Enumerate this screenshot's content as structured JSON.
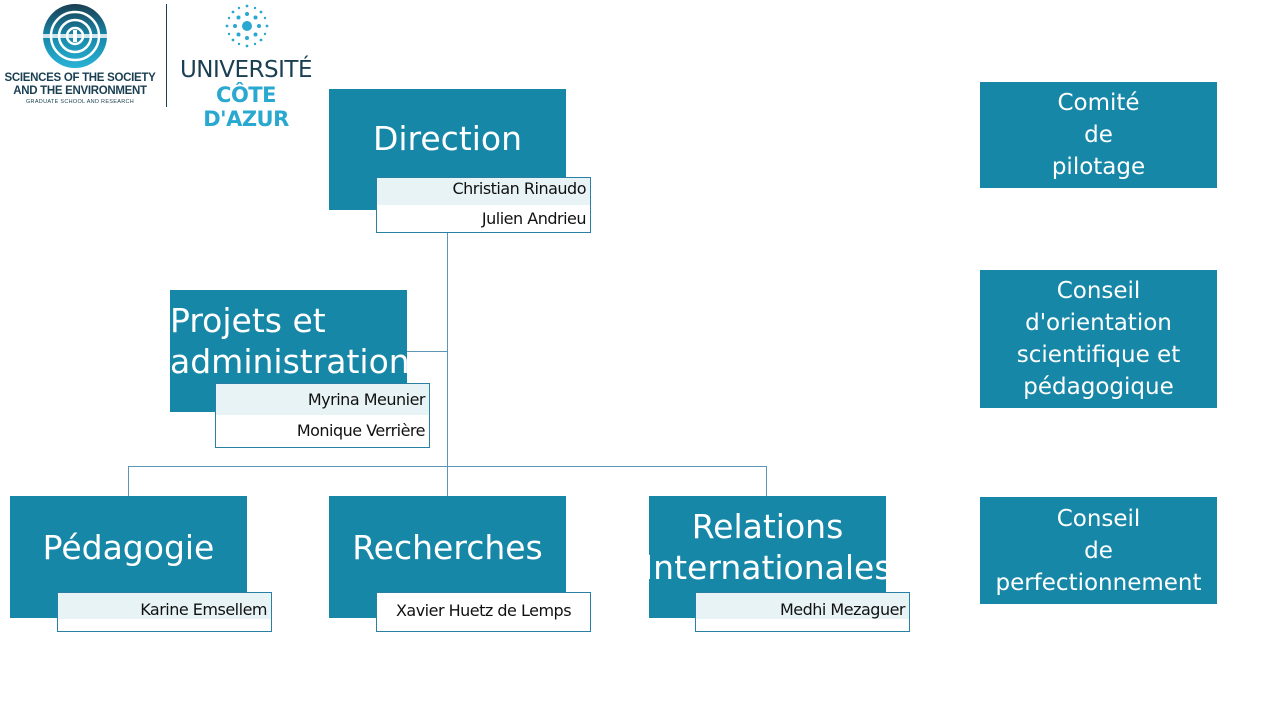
{
  "logo_left": {
    "line1": "SCIENCES OF THE SOCIETY",
    "line2": "AND THE ENVIRONMENT",
    "line3": "GRADUATE SCHOOL AND RESEARCH"
  },
  "logo_right": {
    "line1": "UNIVERSITÉ",
    "line2": "CÔTE D'AZUR"
  },
  "colors": {
    "box": "#1787a8",
    "line": "#5b96b5",
    "logo_dark": "#1a3f52"
  },
  "org": {
    "direction": {
      "title": "Direction",
      "names": [
        "Christian Rinaudo",
        "Julien Andrieu"
      ]
    },
    "projets": {
      "title_line1": "Projets et",
      "title_line2": "administration",
      "names": [
        "Myrina Meunier",
        "Monique Verrière"
      ]
    },
    "pedagogie": {
      "title": "Pédagogie",
      "names": [
        "Karine Emsellem"
      ]
    },
    "recherches": {
      "title": "Recherches",
      "names": [
        "Xavier Huetz de Lemps"
      ]
    },
    "relations": {
      "title_line1": "Relations",
      "title_line2": "Internationales",
      "names": [
        "Medhi Mezaguer"
      ]
    }
  },
  "councils": [
    {
      "lines": [
        "Comité",
        "de",
        "pilotage"
      ]
    },
    {
      "lines": [
        "Conseil",
        "d'orientation",
        "scientifique et",
        "pédagogique"
      ]
    },
    {
      "lines": [
        "Conseil",
        "de",
        "perfectionnement"
      ]
    }
  ]
}
